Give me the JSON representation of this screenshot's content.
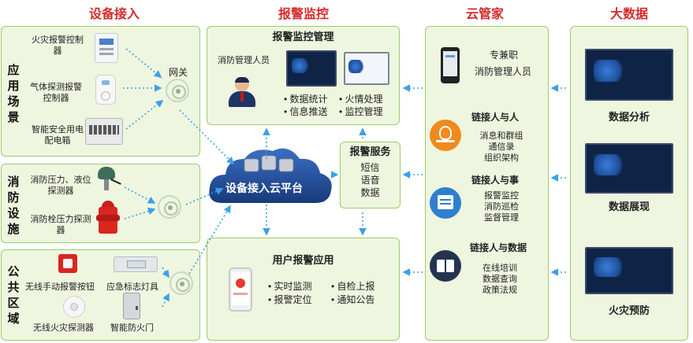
{
  "columns": {
    "device_access": "设备接入",
    "alarm_monitor": "报警监控",
    "cloud_manager": "云管家",
    "big_data": "大数据"
  },
  "groups": {
    "application": {
      "label": "应用场景",
      "devices": [
        "火灾报警控制器",
        "气体探测报警控制器",
        "智能安全用电配电箱"
      ],
      "gateway": "网关"
    },
    "fire_facility": {
      "label": "消防设施",
      "devices": [
        "消防压力、液位探测器",
        "消防栓压力探测器"
      ]
    },
    "public_area": {
      "label": "公共区域",
      "devices": [
        "无线手动报警按钮",
        "应急标志灯具",
        "无线火灾探测器",
        "智能防火门"
      ]
    }
  },
  "cloud": {
    "label": "设备接入云平台"
  },
  "alarm_mgmt": {
    "title": "报警监控管理",
    "role": "消防管理人员",
    "items": [
      "• 数据统计",
      "• 火情处理",
      "• 信息推送",
      "• 监控管理"
    ]
  },
  "alarm_service": {
    "title": "报警服务",
    "items": [
      "短信",
      "语音",
      "数据"
    ]
  },
  "user_app": {
    "title": "用户报警应用",
    "items": [
      "• 实时监测",
      "• 自检上报",
      "• 报警定位",
      "• 通知公告"
    ]
  },
  "cloud_mgr": {
    "staff": [
      "专兼职",
      "消防管理人员"
    ],
    "sections": [
      {
        "title": "链接人与人",
        "items": [
          "消息和群组",
          "通信录",
          "组织架构"
        ]
      },
      {
        "title": "链接人与事",
        "items": [
          "报警监控",
          "消防巡检",
          "监督管理"
        ]
      },
      {
        "title": "链接人与数据",
        "items": [
          "在线培训",
          "数据查询",
          "政策法规"
        ]
      }
    ]
  },
  "big_data_items": [
    "数据分析",
    "数据展现",
    "火灾预防"
  ],
  "colors": {
    "title_red": "#d42b2b",
    "panel_bg": "#eef6df",
    "panel_border": "#9ccc6a",
    "arrow_blue": "#3aa0e8"
  }
}
